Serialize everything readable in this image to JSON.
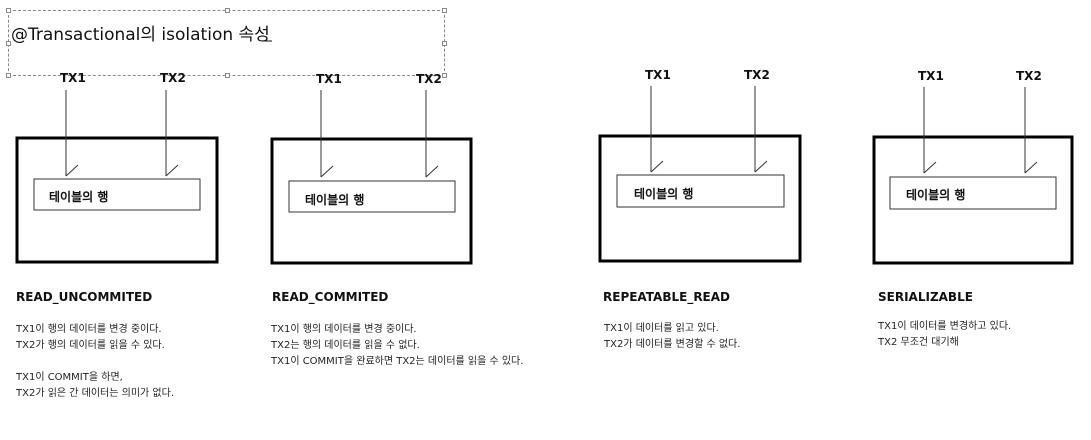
{
  "title": "@Transactional의 isolation 속성",
  "panels": [
    {
      "tx1": "TX1",
      "tx2": "TX2",
      "row_label": "테이블의 행",
      "heading": "READ_UNCOMMITED",
      "description": [
        "TX1이 행의 데이터를 변경 중이다.",
        "TX2가 행의 데이터를 읽을 수 있다.",
        "",
        "TX1이 COMMIT을 하면,",
        "TX2가 읽은 간 데이터는 의미가 없다."
      ]
    },
    {
      "tx1": "TX1",
      "tx2": "TX2",
      "row_label": "테이블의 행",
      "heading": "READ_COMMITED",
      "description": [
        "TX1이 행의 데이터를 변경 중이다.",
        "TX2는 행의 데이터를 읽을 수 없다.",
        "TX1이 COMMIT을 완료하면 TX2는 데이터를 읽을 수 있다."
      ]
    },
    {
      "tx1": "TX1",
      "tx2": "TX2",
      "row_label": "테이블의 행",
      "heading": "REPEATABLE_READ",
      "description": [
        "TX1이 데이터를 읽고 있다.",
        "TX2가 데이터를 변경할 수 없다."
      ]
    },
    {
      "tx1": "TX1",
      "tx2": "TX2",
      "row_label": "테이블의 행",
      "heading": "SERIALIZABLE",
      "description": [
        "TX1이 데이터를 변경하고 있다.",
        "TX2 무조건 대기해"
      ]
    }
  ]
}
